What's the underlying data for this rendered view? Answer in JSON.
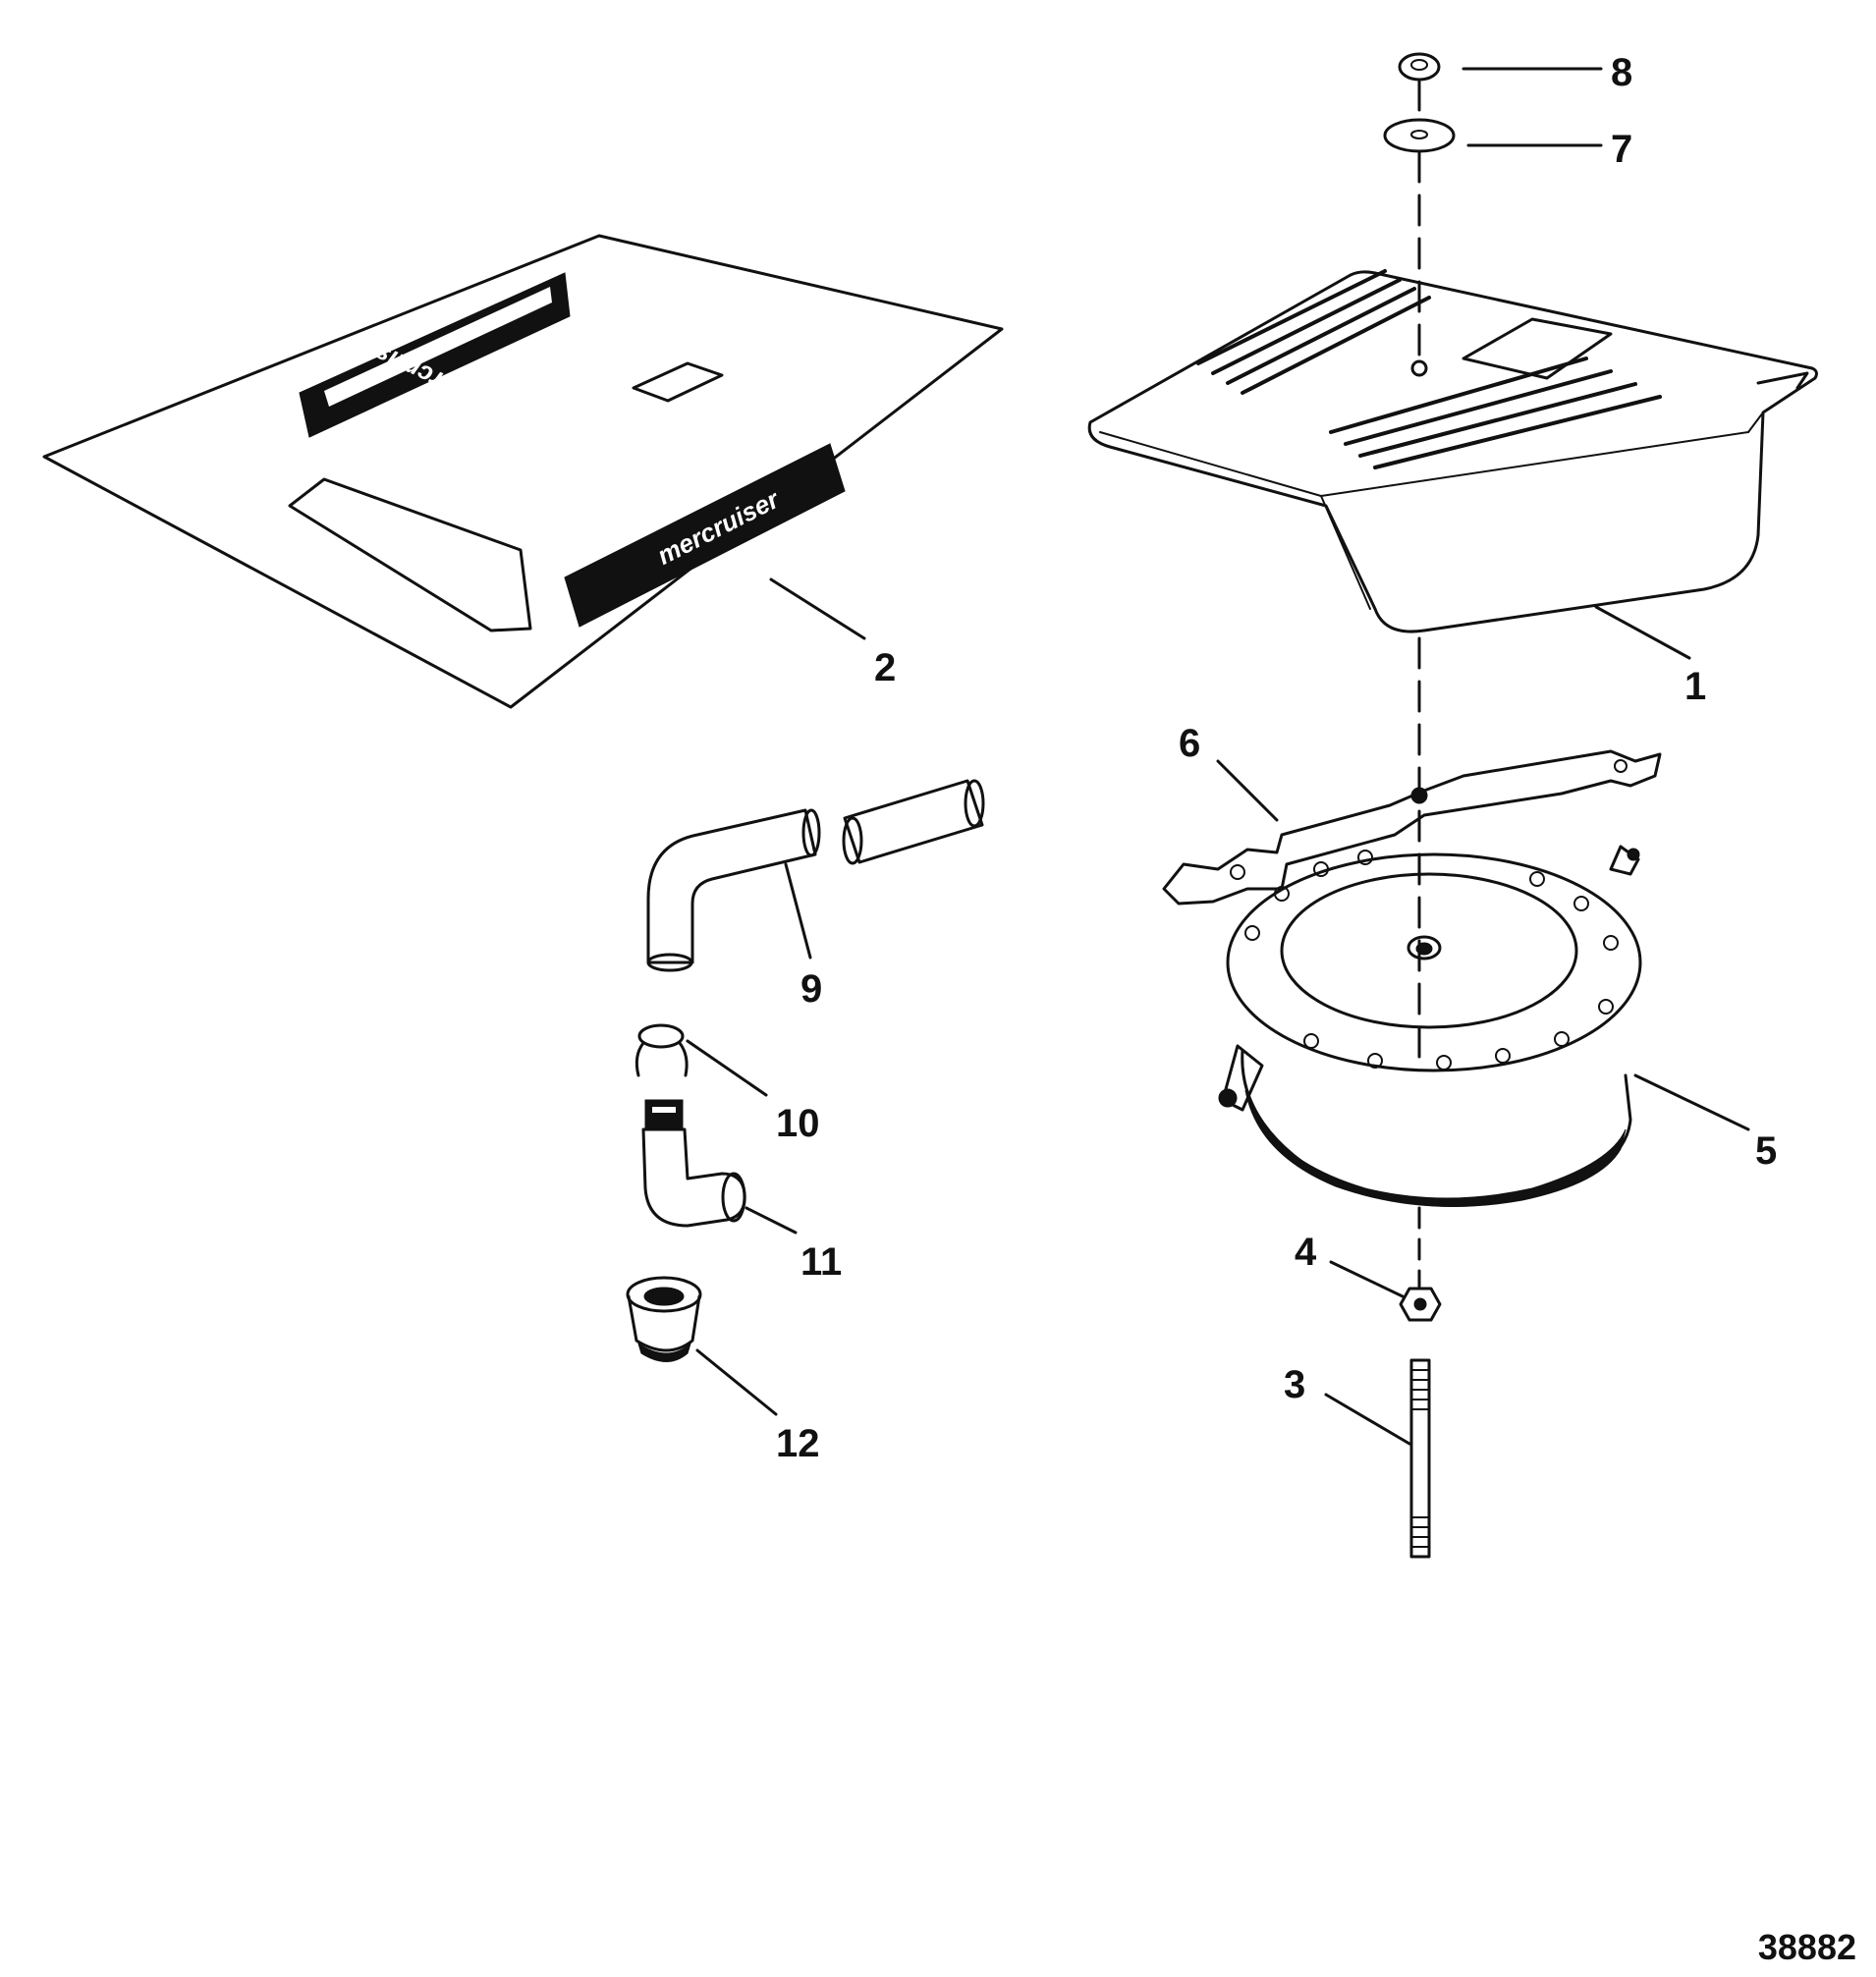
{
  "diagram": {
    "figure_number": "38882",
    "brand_logo_text": "mercruiser",
    "callouts": [
      {
        "id": "1",
        "label": "1"
      },
      {
        "id": "2",
        "label": "2"
      },
      {
        "id": "3",
        "label": "3"
      },
      {
        "id": "4",
        "label": "4"
      },
      {
        "id": "5",
        "label": "5"
      },
      {
        "id": "6",
        "label": "6"
      },
      {
        "id": "7",
        "label": "7"
      },
      {
        "id": "8",
        "label": "8"
      },
      {
        "id": "9",
        "label": "9"
      },
      {
        "id": "10",
        "label": "10"
      },
      {
        "id": "11",
        "label": "11"
      },
      {
        "id": "12",
        "label": "12"
      }
    ],
    "colors": {
      "ink": "#111111",
      "paper": "#ffffff"
    }
  }
}
